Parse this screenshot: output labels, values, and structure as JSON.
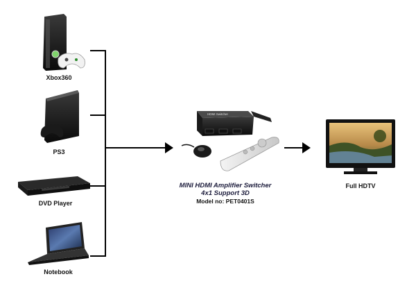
{
  "sources": [
    {
      "label": "Xbox360"
    },
    {
      "label": "PS3"
    },
    {
      "label": "DVD Player"
    },
    {
      "label": "Notebook"
    }
  ],
  "switcher": {
    "device_text": "HDMI Switcher",
    "title_line1": "MINI HDMI Amplifier Switcher",
    "title_line2": "4x1 Support 3D",
    "model_line": "Model no:  PET0401S"
  },
  "output": {
    "label": "Full HDTV"
  },
  "colors": {
    "line": "#000000",
    "title_text": "#1a1a3a"
  }
}
